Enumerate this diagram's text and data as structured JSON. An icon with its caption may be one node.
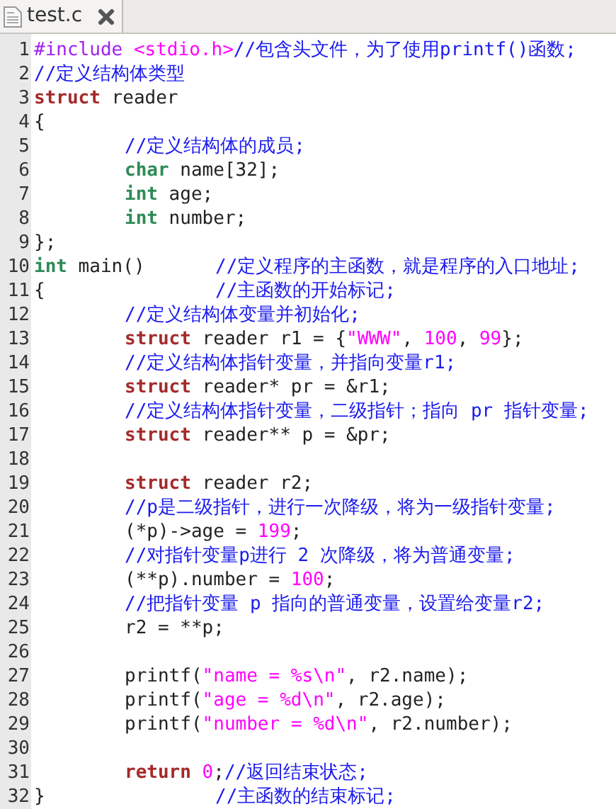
{
  "diagram": {
    "labels": [
      "test.c",
      "1",
      "#include <stdio.h>//包含头文件，为了使用printf()函数;",
      "2",
      "//定义结构体类型",
      "3",
      "struct reader",
      "4",
      "{",
      "5",
      "//定义结构体的成员;",
      "6",
      "char name[32];",
      "7",
      "int age;",
      "8",
      "int number;",
      "9",
      "};",
      "10",
      "int main()",
      "//定义程序的主函数，就是程序的入口地址;",
      "11",
      "{",
      "//主函数的开始标记;",
      "12",
      "//定义结构体变量并初始化;",
      "13",
      "struct reader r1 = {\"WWW\", 100, 99};",
      "14",
      "//定义结构体指针变量，并指向变量r1;",
      "15",
      "struct reader* pr = &r1;",
      "16",
      "//定义结构体指针变量，二级指针；指向 pr 指针变量;",
      "17",
      "struct reader** p = &pr;",
      "18",
      "19",
      "struct reader r2;",
      "20",
      "//p是二级指针，进行一次降级，将为一级指针变量;",
      "21",
      "(*p)->age = 199;",
      "22",
      "//对指针变量p进行 2 次降级，将为普通变量;",
      "23",
      "(**p).number = 100;",
      "24",
      "//把指针变量 p 指向的普通变量，设置给变量r2;",
      "25",
      "r2 = **p;",
      "26",
      "27",
      "printf(\"name = %s\\n\", r2.name);",
      "28",
      "printf(\"age = %d\\n\", r2.age);",
      "29",
      "printf(\"number = %d\\n\", r2.number);",
      "30",
      "31",
      "return 0;//返回结束状态;",
      "32",
      "}",
      "//主函数的结束标记;"
    ]
  }
}
